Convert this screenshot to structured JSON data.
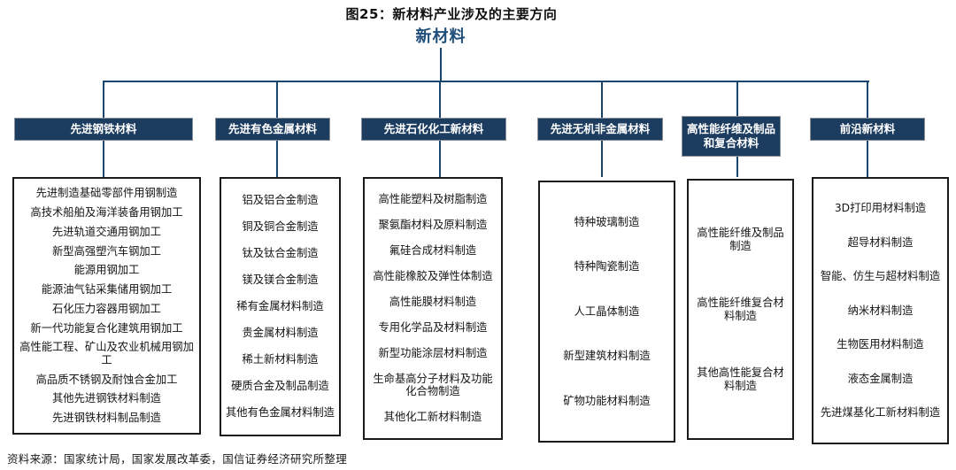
{
  "title": "图25：新材料产业涉及的主要方向",
  "root": {
    "label": "新材料"
  },
  "colors": {
    "root_text": "#1F4E79",
    "header_bg": "#1C3C60",
    "header_text": "#FFFFFF",
    "connector": "#17456E",
    "box_border": "#1A1A1A"
  },
  "columns": [
    {
      "header": "先进钢铁材料",
      "items": [
        "先进制造基础零部件用钢制造",
        "高技术船舶及海洋装备用钢加工",
        "先进轨道交通用钢加工",
        "新型高强塑汽车钢加工",
        "能源用钢加工",
        "能源油气钻采集储用钢加工",
        "石化压力容器用钢加工",
        "新一代功能复合化建筑用钢加工",
        "高性能工程、矿山及农业机械用钢加工",
        "高品质不锈钢及耐蚀合金加工",
        "其他先进钢铁材料制造",
        "先进钢铁材料制品制造"
      ]
    },
    {
      "header": "先进有色金属材料",
      "items": [
        "铝及铝合金制造",
        "铜及铜合金制造",
        "钛及钛合金制造",
        "镁及镁合金制造",
        "稀有金属材料制造",
        "贵金属材料制造",
        "稀土新材料制造",
        "硬质合金及制品制造",
        "其他有色金属材料制造"
      ]
    },
    {
      "header": "先进石化化工新材料",
      "items": [
        "高性能塑料及树脂制造",
        "聚氨酯材料及原料制造",
        "氟硅合成材料制造",
        "高性能橡胶及弹性体制造",
        "高性能膜材料制造",
        "专用化学品及材料制造",
        "新型功能涂层材料制造",
        "生命基高分子材料及功能化合物制造",
        "其他化工新材料制造"
      ]
    },
    {
      "header": "先进无机非金属材料",
      "items": [
        "特种玻璃制造",
        "特种陶瓷制造",
        "人工晶体制造",
        "新型建筑材料制造",
        "矿物功能材料制造"
      ]
    },
    {
      "header": "高性能纤维及制品和复合材料",
      "items": [
        "高性能纤维及制品制造",
        "高性能纤维复合材料制造",
        "其他高性能复合材料制造"
      ]
    },
    {
      "header": "前沿新材料",
      "items": [
        "3D打印用材料制造",
        "超导材料制造",
        "智能、仿生与超材料制造",
        "纳米材料制造",
        "生物医用材料制造",
        "液态金属制造",
        "先进煤基化工新材料制造"
      ]
    }
  ],
  "footer": "资料来源：国家统计局，国家发展改革委，国信证券经济研究所整理"
}
